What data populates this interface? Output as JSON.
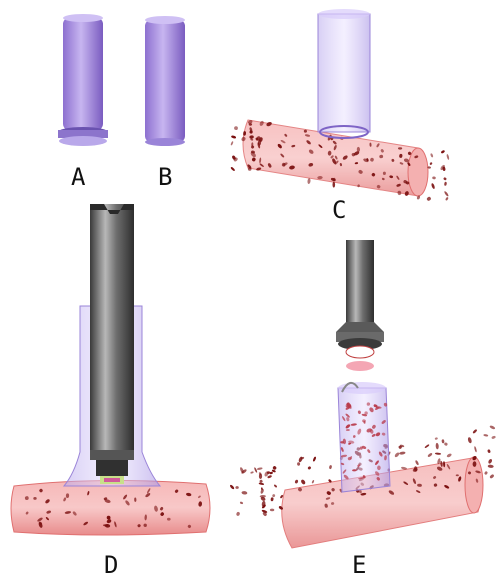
{
  "panels": [
    {
      "id": "A",
      "label": "A"
    },
    {
      "id": "B",
      "label": "B"
    },
    {
      "id": "C",
      "label": "C"
    },
    {
      "id": "D",
      "label": "D"
    },
    {
      "id": "E",
      "label": "E"
    }
  ],
  "colors": {
    "sleeve": "#a88be0",
    "sleeve_dark": "#7f62c4",
    "vessel": "#f2a0a0",
    "vessel_edge": "#e07070",
    "blood_cell": "#7a0f0f",
    "tool_metal": "#6b6b6b"
  }
}
